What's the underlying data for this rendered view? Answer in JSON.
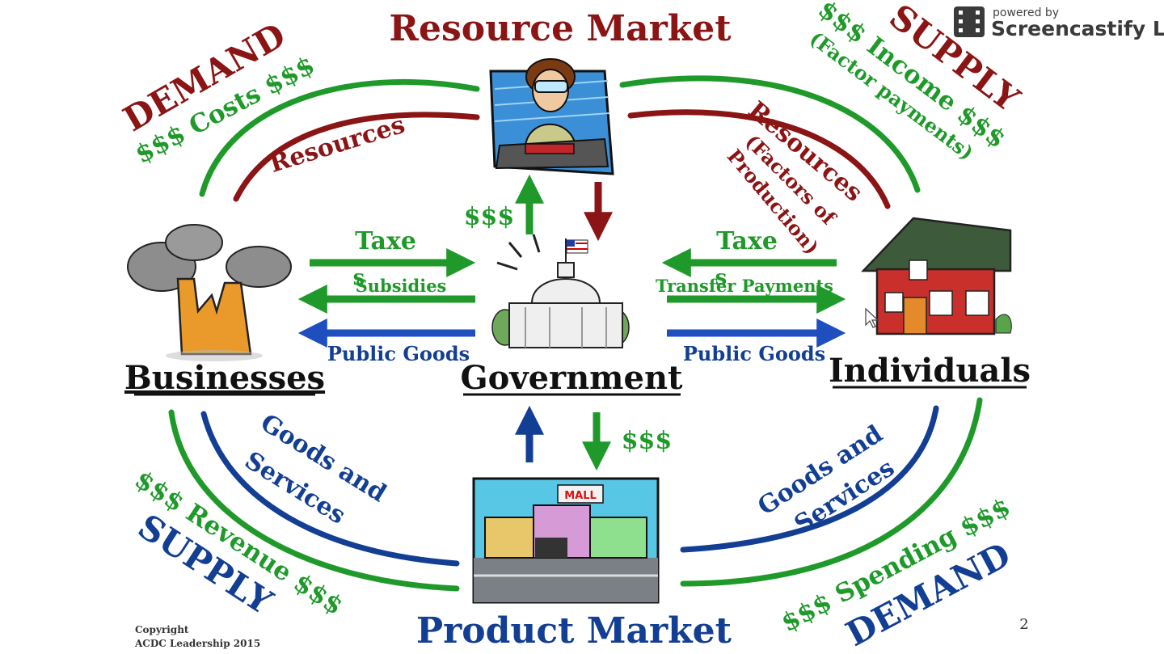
{
  "watermark": {
    "line1": "powered by",
    "line2": "Screencastify Lit"
  },
  "colors": {
    "green": "#1f9a2a",
    "red": "#8b1414",
    "blue": "#123e94",
    "blue_bright": "#1f4fbf"
  },
  "markets": {
    "resource": "Resource Market",
    "product": "Product Market"
  },
  "sectors": {
    "businesses": "Businesses",
    "government": "Government",
    "individuals": "Individuals"
  },
  "flows": {
    "demand_top": "DEMAND",
    "costs": "$$$ Costs $$$",
    "resources_left": "Resources",
    "supply_top": "SUPPLY",
    "income": "$$$ Income $$$",
    "factor_payments": "(Factor payments)",
    "resources_right": "Resources",
    "factors_of": "(Factors of",
    "production": "Production)",
    "gov_money_up": "$$$",
    "gov_money_down": "$$$",
    "taxes_left_1": "Taxe",
    "taxes_left_2": "s",
    "subsidies": "Subsidies",
    "public_goods_left": "Public Goods",
    "taxes_right_1": "Taxe",
    "taxes_right_2": "s",
    "transfer_payments": "Transfer Payments",
    "public_goods_right": "Public Goods",
    "goods_services_left_1": "Goods and",
    "goods_services_left_2": "Services",
    "revenue": "$$$ Revenue $$$",
    "supply_bottom": "SUPPLY",
    "goods_services_right_1": "Goods and",
    "goods_services_right_2": "Services",
    "spending": "$$$ Spending $$$",
    "demand_bottom": "DEMAND"
  },
  "mall_sign": "MALL",
  "footer": {
    "copyright_1": "Copyright",
    "copyright_2": "ACDC Leadership 2015",
    "page_number": "2"
  },
  "icons": [
    "factory-icon",
    "capitol-building-icon",
    "house-icon",
    "worker-at-keyboard-icon",
    "shopping-mall-icon",
    "film-strip-icon",
    "mouse-cursor-icon"
  ]
}
